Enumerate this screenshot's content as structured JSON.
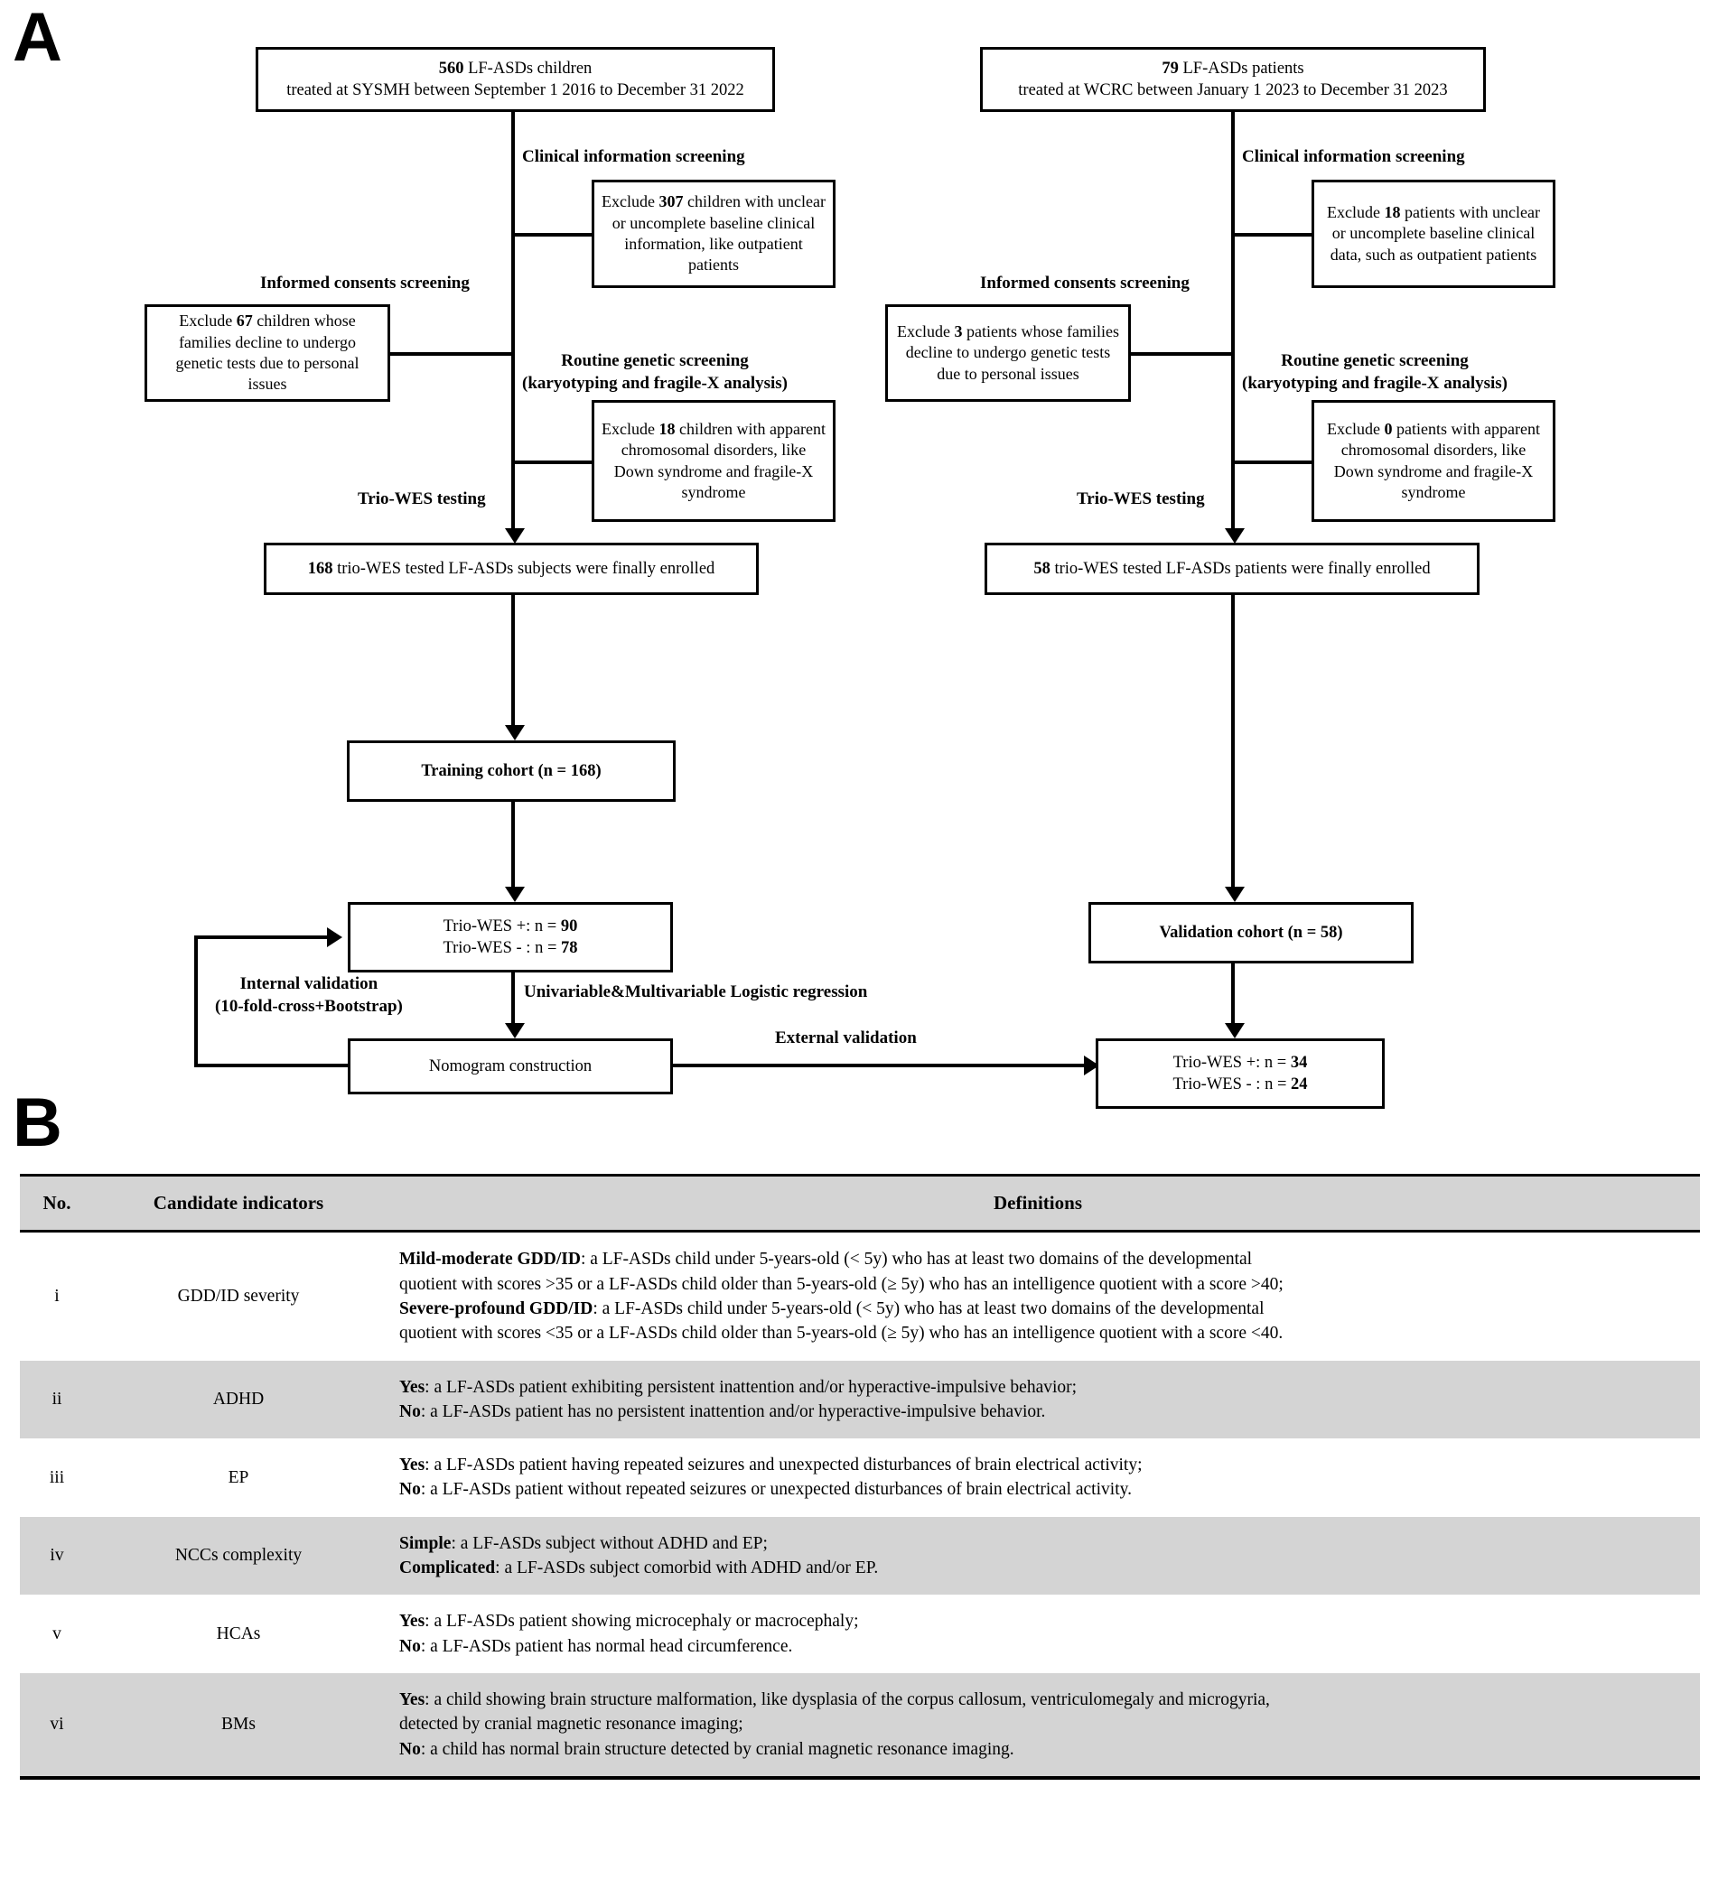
{
  "panels": {
    "a_letter": "A",
    "b_letter": "B"
  },
  "flowchart": {
    "left_branch": {
      "source_box": "560 LF-ASDs children treated at SYSMH between September 1 2016 to December 31 2022",
      "source_box_line1_bold": "560",
      "source_box_line1_rest": " LF-ASDs children",
      "source_box_line2": "treated at SYSMH between September 1 2016 to December 31 2022",
      "step1_label": "Clinical information screening",
      "exclude1_pre": "Exclude ",
      "exclude1_num": "307",
      "exclude1_post": " children with unclear or uncomplete baseline clinical information, like outpatient patients",
      "step2_label": "Informed consents screening",
      "exclude2_pre": "Exclude ",
      "exclude2_num": "67",
      "exclude2_post": " children whose families decline to undergo genetic tests due to personal issues",
      "step3_label_line1": "Routine genetic screening",
      "step3_label_line2": "(karyotyping and fragile-X analysis)",
      "exclude3_pre": "Exclude ",
      "exclude3_num": "18",
      "exclude3_post": " children with apparent chromosomal disorders, like Down syndrome and fragile-X syndrome",
      "step4_label": "Trio-WES testing",
      "enrolled_num": "168",
      "enrolled_rest": " trio-WES tested LF-ASDs subjects were finally enrolled"
    },
    "right_branch": {
      "source_box_line1_bold": "79",
      "source_box_line1_rest": " LF-ASDs patients",
      "source_box_line2": "treated at WCRC between January 1 2023 to December 31 2023",
      "step1_label": "Clinical information screening",
      "exclude1_pre": "Exclude ",
      "exclude1_num": "18",
      "exclude1_post": " patients with unclear or uncomplete baseline clinical data, such as outpatient patients",
      "step2_label": "Informed consents screening",
      "exclude2_pre": "Exclude ",
      "exclude2_num": "3",
      "exclude2_post": " patients whose families decline to undergo genetic tests due to personal issues",
      "step3_label_line1": "Routine genetic screening",
      "step3_label_line2": "(karyotyping and fragile-X analysis)",
      "exclude3_pre": "Exclude ",
      "exclude3_num": "0",
      "exclude3_post": " patients with apparent chromosomal disorders, like Down syndrome and fragile-X syndrome",
      "step4_label": "Trio-WES testing",
      "enrolled_num": "58",
      "enrolled_rest": " trio-WES tested LF-ASDs patients were finally enrolled"
    },
    "cohorts": {
      "training_pre": "Training cohort (n = ",
      "training_num": "168",
      "training_post": ")",
      "validation_pre": "Validation cohort (n = ",
      "validation_num": "58",
      "validation_post": ")",
      "training_split_line1_pre": "Trio-WES +: n = ",
      "training_split_line1_num": "90",
      "training_split_line2_pre": "Trio-WES - : n = ",
      "training_split_line2_num": "78",
      "validation_split_line1_pre": "Trio-WES +: n = ",
      "validation_split_line1_num": "34",
      "validation_split_line2_pre": "Trio-WES - : n = ",
      "validation_split_line2_num": "24",
      "nomogram_box": "Nomogram construction",
      "internal_validation_line1": "Internal validation",
      "internal_validation_line2": "(10-fold-cross+Bootstrap)",
      "regression_label": "Univariable&Multivariable Logistic regression",
      "external_validation_label": "External validation"
    }
  },
  "table": {
    "headers": {
      "no": "No.",
      "indicator": "Candidate indicators",
      "definition": "Definitions"
    },
    "rows": [
      {
        "no": "i",
        "indicator": "GDD/ID severity",
        "lines": [
          {
            "bold": "Mild-moderate GDD/ID",
            "text": ": a LF-ASDs child under 5-years-old (< 5y) who has at least two domains of the developmental"
          },
          {
            "bold": "",
            "text": "quotient with scores >35 or a LF-ASDs child older than 5-years-old (≥ 5y) who has an intelligence quotient with a score >40;"
          },
          {
            "bold": "Severe-profound GDD/ID",
            "text": ": a LF-ASDs child under 5-years-old (< 5y) who has at least two domains of the developmental"
          },
          {
            "bold": "",
            "text": "quotient with scores <35 or a LF-ASDs child older than 5-years-old (≥ 5y) who has an intelligence quotient with a score <40."
          }
        ]
      },
      {
        "no": "ii",
        "indicator": "ADHD",
        "lines": [
          {
            "bold": "Yes",
            "text": ": a LF-ASDs patient exhibiting persistent inattention and/or hyperactive-impulsive behavior;"
          },
          {
            "bold": "No",
            "text": ": a LF-ASDs patient has no persistent inattention and/or hyperactive-impulsive behavior."
          }
        ]
      },
      {
        "no": "iii",
        "indicator": "EP",
        "lines": [
          {
            "bold": "Yes",
            "text": ": a LF-ASDs patient having repeated seizures and unexpected disturbances of brain electrical activity;"
          },
          {
            "bold": "No",
            "text": ": a LF-ASDs patient without repeated seizures or unexpected disturbances of brain electrical activity."
          }
        ]
      },
      {
        "no": "iv",
        "indicator": "NCCs complexity",
        "lines": [
          {
            "bold": "Simple",
            "text": ": a LF-ASDs subject without ADHD and EP;"
          },
          {
            "bold": "Complicated",
            "text": ": a LF-ASDs subject comorbid with ADHD and/or EP."
          }
        ]
      },
      {
        "no": "v",
        "indicator": "HCAs",
        "lines": [
          {
            "bold": "Yes",
            "text": ": a LF-ASDs patient showing microcephaly or macrocephaly;"
          },
          {
            "bold": "No",
            "text": ": a LF-ASDs patient has normal head circumference."
          }
        ]
      },
      {
        "no": "vi",
        "indicator": "BMs",
        "lines": [
          {
            "bold": "Yes",
            "text": ": a child showing brain structure malformation, like dysplasia of the corpus callosum, ventriculomegaly and microgyria,"
          },
          {
            "bold": "",
            "text": "detected by cranial magnetic resonance imaging;"
          },
          {
            "bold": "No",
            "text": ": a child has normal brain structure detected by cranial magnetic resonance imaging."
          }
        ]
      }
    ]
  },
  "colors": {
    "line": "#000000",
    "header_fill": "#d4d4d4",
    "row_shaded": "#d4d4d4",
    "row_plain": "#ffffff",
    "background": "#ffffff"
  }
}
